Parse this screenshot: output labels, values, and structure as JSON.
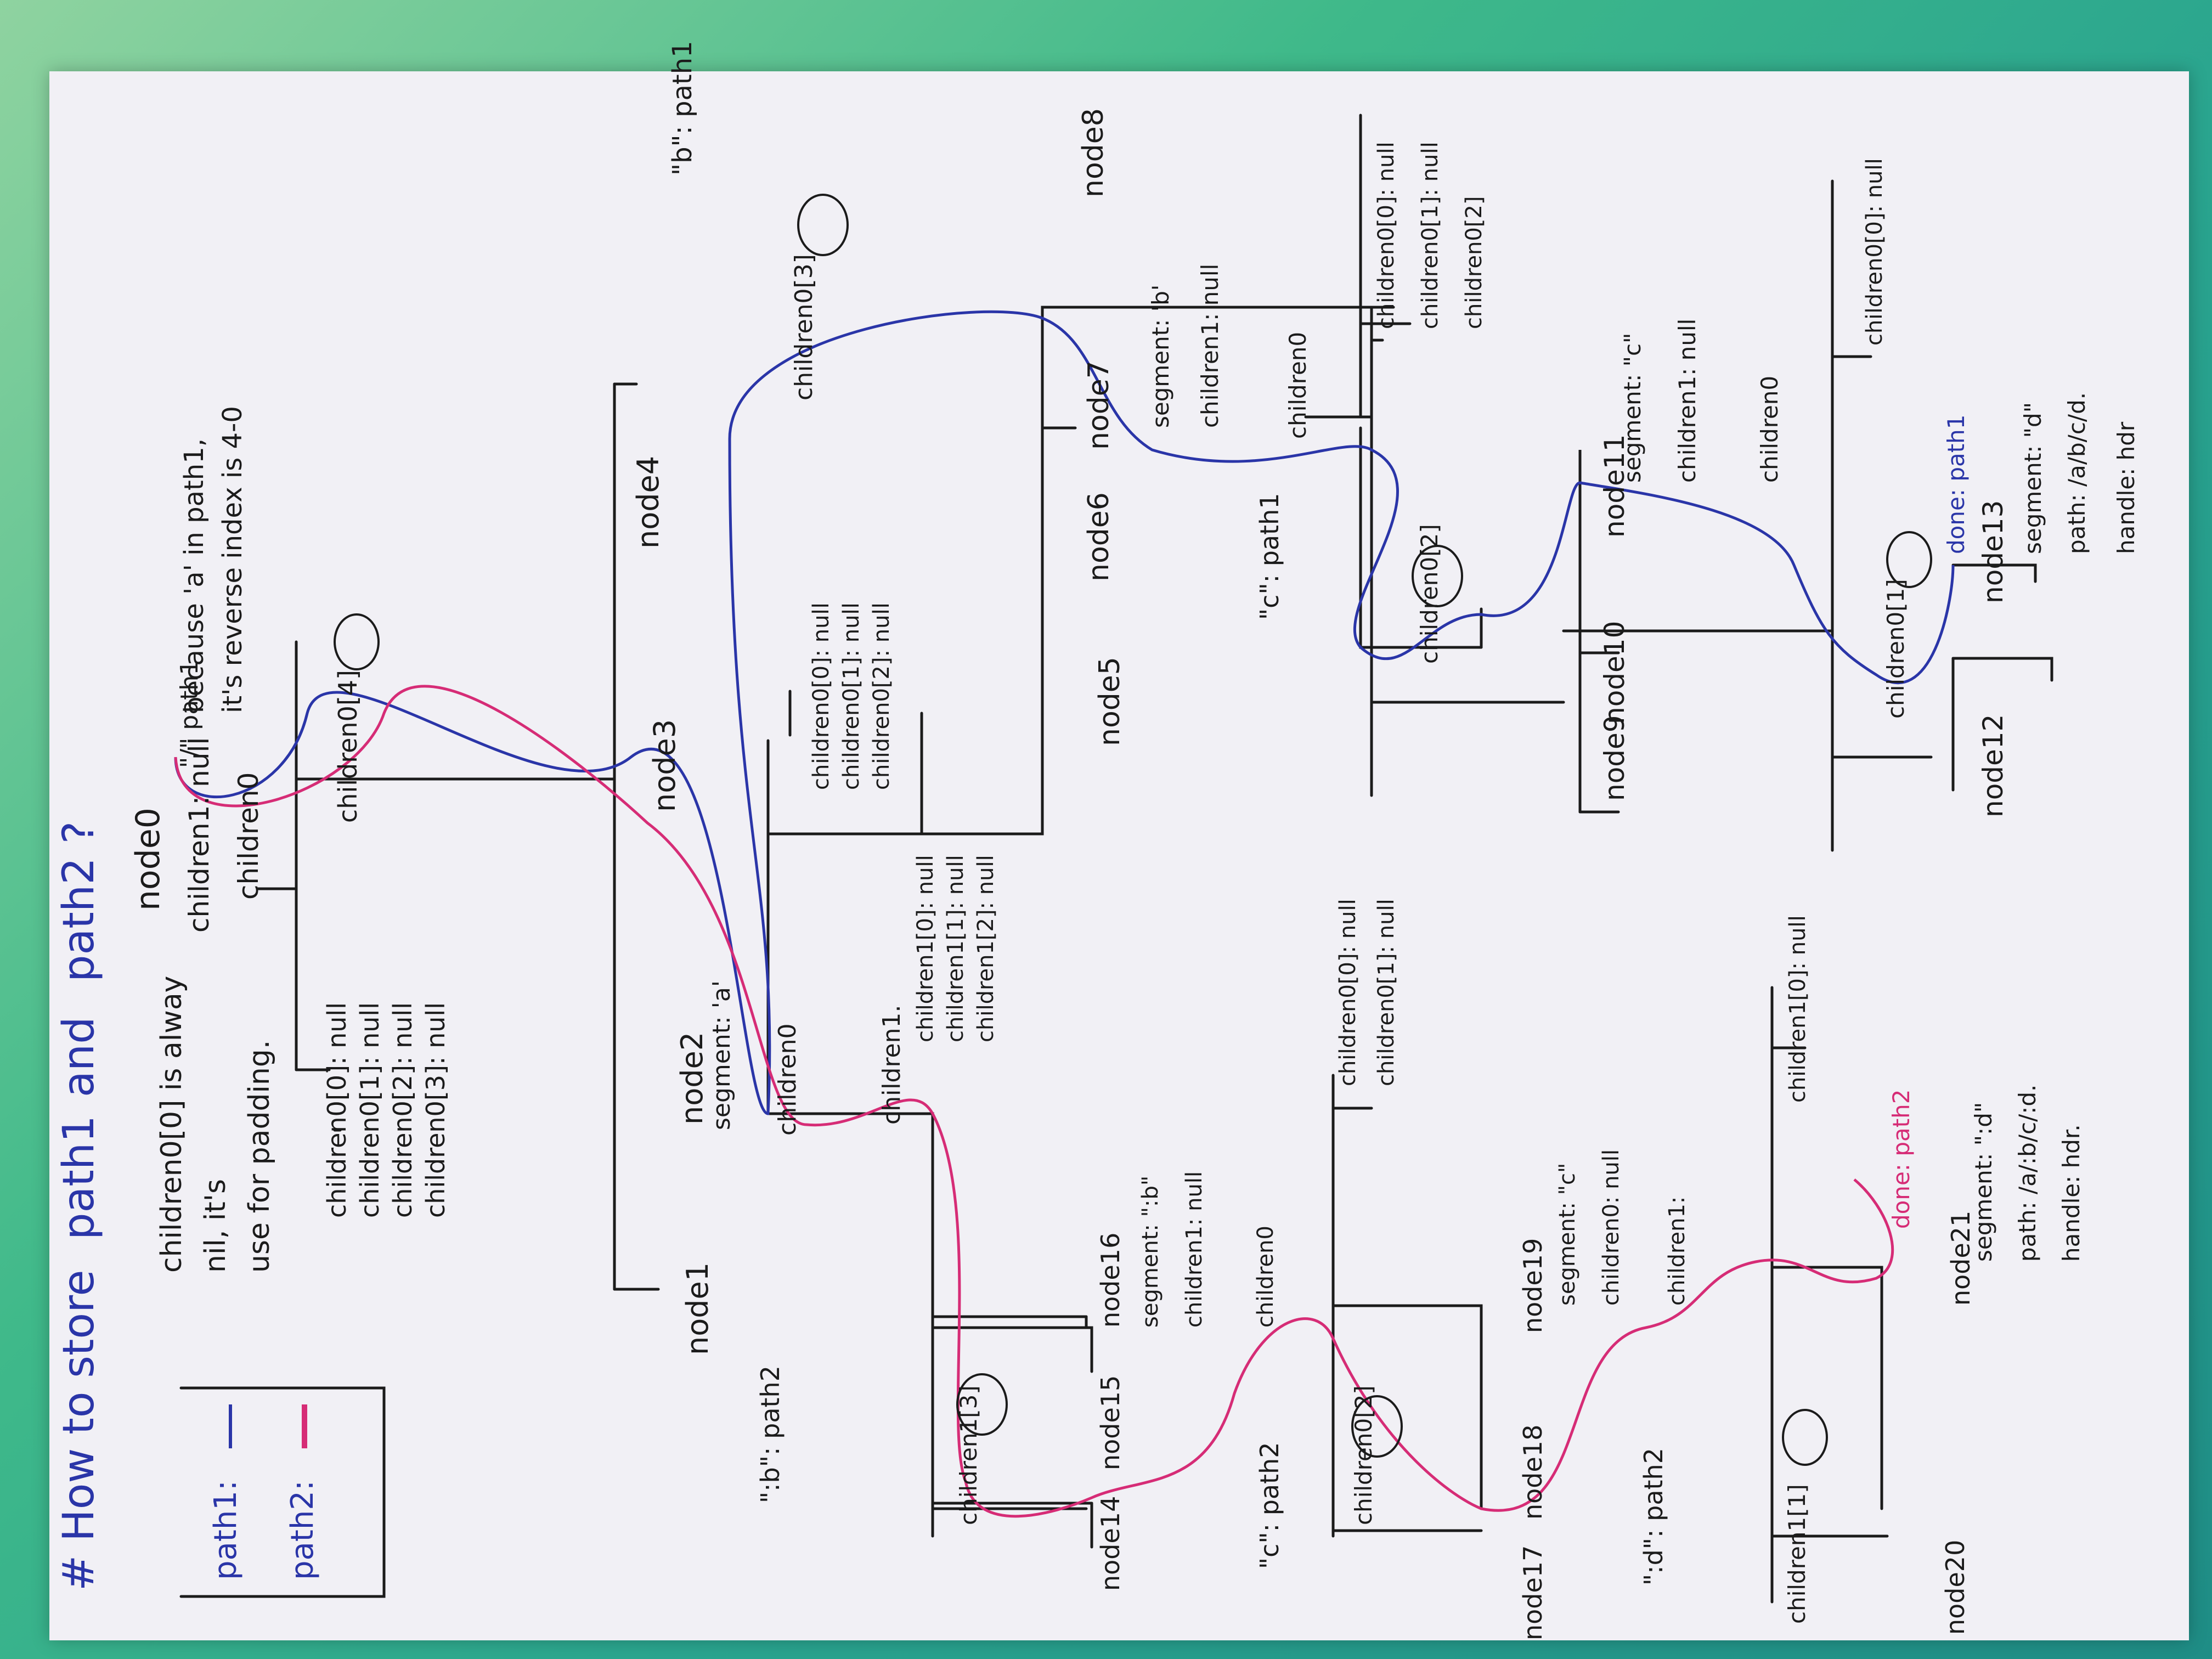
{
  "heading": {
    "prefix": "# How to store",
    "path1": "path1",
    "and": "and",
    "path2": "path2 ?"
  },
  "legend": {
    "path1": "path1:",
    "path2": "path2:"
  },
  "note_left": [
    "children0[0] is alway",
    "nil, it's",
    "use for padding."
  ],
  "note_because": [
    "because 'a' in path1,",
    "it's reverse index is 4-0"
  ],
  "node0": {
    "name": "node0",
    "path": "\"/\" path1",
    "children1": "children1: null",
    "children0": "children0"
  },
  "node0_children": [
    "children0[0]: null",
    "children0[1]: null",
    "children0[2]: null",
    "children0[3]: null"
  ],
  "children0_4": "children0[4]",
  "labels": {
    "node1": "node1",
    "node2": "node2",
    "node3": "node3",
    "node4": "node4",
    "node5": "node5",
    "node6": "node6",
    "node7": "node7",
    "node8": "node8",
    "node9": "node9",
    "node10": "node10",
    "node11": "node11",
    "node12": "node12",
    "node13": "node13",
    "node14": "node14",
    "node15": "node15",
    "node16": "node16",
    "node17": "node17",
    "node18": "node18",
    "node19": "node19",
    "node20": "node20",
    "node21": "node21"
  },
  "node2": {
    "segment": "segment: 'a'",
    "children0": "children0",
    "children1": "children1."
  },
  "node2_c0": [
    "children0[0]: null",
    "children0[1]: null",
    "children0[2]: null"
  ],
  "node2_c1": [
    "children1[0]: null",
    "children1[1]: null",
    "children1[2]: null"
  ],
  "b_path1": "\"b\": path1",
  "children0_3": "children0[3]",
  "node7": {
    "segment": "segment: 'b'",
    "children1": "children1: null",
    "children0": "children0"
  },
  "node7_c0": [
    "children0[0]: null",
    "children0[1]: null",
    "children0[2]"
  ],
  "c_path1": "\"c\": path1",
  "children0_2": "children0[2]",
  "node11": {
    "segment": "segment: \"c\"",
    "children1": "children1: null",
    "children0": "children0"
  },
  "node11_c0": [
    "children0[0]: null"
  ],
  "children0_1": "children0[1]",
  "node13": {
    "done": "done: path1",
    "segment": "segment: \"d\"",
    "path": "path: /a/b/c/d.",
    "handle": "handle: hdr"
  },
  "b_path2": "\":b\": path2",
  "children1_3": "children1[3]",
  "node16": {
    "segment": "segment: \":b\"",
    "children1": "children1: null",
    "children0": "children0"
  },
  "node16_c0": [
    "children0[0]: null",
    "children0[1]: null"
  ],
  "c_path2": "\"c\": path2",
  "children0_2b": "children0[2]",
  "node19": {
    "segment": "segment: \"c\"",
    "children0": "children0: null",
    "children1": "children1:"
  },
  "node19_c1": [
    "children1[0]: null"
  ],
  "d_path2": "\":d\": path2",
  "children1_1": "children1[1]",
  "node21": {
    "done": "done: path2",
    "segment": "segment: \":d\"",
    "path": "path: /a/:b/c/:d.",
    "handle": "handle: hdr."
  },
  "colors": {
    "ink": "#1b1b1b",
    "path1": "#2a35a8",
    "path2": "#d62c76",
    "paper": "#f1f0f5"
  }
}
